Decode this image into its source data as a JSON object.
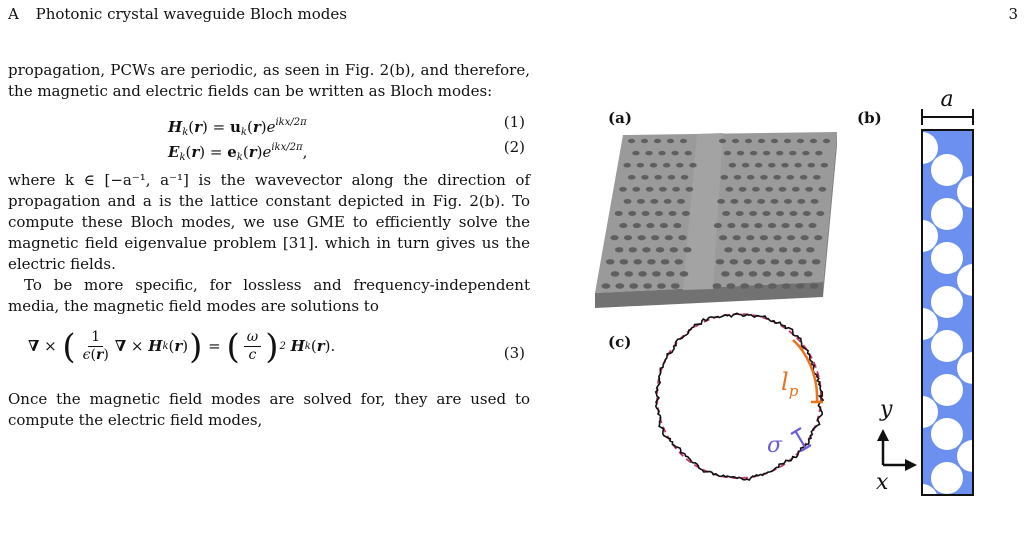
{
  "header": {
    "section_letter": "A",
    "section_title": "Photonic crystal waveguide Bloch modes",
    "page_number": "3"
  },
  "body": {
    "para1": "propagation, PCWs are periodic, as seen in Fig. 2(b), and therefore, the magnetic and electric fields can be written as Bloch modes:",
    "eq1_number": "(1)",
    "eq2_number": "(2)",
    "para2": "where k ∈ [−a⁻¹, a⁻¹] is the wavevector along the direction of propagation and a is the lattice constant depicted in Fig. 2(b). To compute these Bloch modes, we use GME to efficiently solve the magnetic field eigenvalue problem [31]. which in turn gives us the electric fields.",
    "para3": "To be more specific, for lossless and frequency-independent media, the magnetic field modes are solutions to",
    "eq3_number": "(3)",
    "para4": "Once the magnetic field modes are solved for, they are used to compute the electric field modes,"
  },
  "figure": {
    "panel_a": "(a)",
    "panel_b": "(b)",
    "panel_c": "(c)",
    "label_a": "a",
    "label_lp": "l",
    "label_lp_sub": "p",
    "label_sigma": "σ",
    "axis_y": "y",
    "axis_x": "x",
    "colors": {
      "waveguide_fill": "#6b90f0",
      "slab_top": "#9a9a9a",
      "circle_dashed": "#c2306e",
      "lp_color": "#e8731a",
      "sigma_color": "#6b5fd6"
    }
  }
}
